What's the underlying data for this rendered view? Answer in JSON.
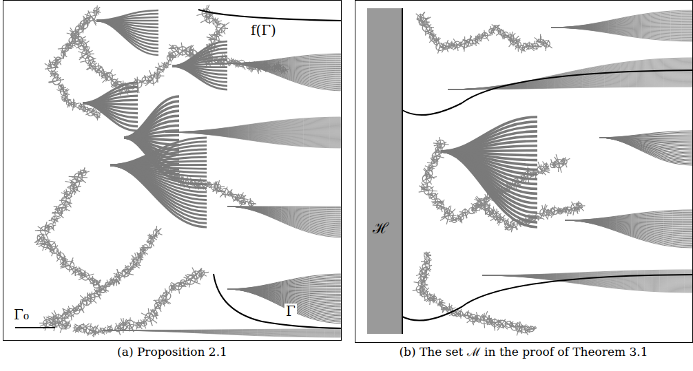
{
  "diagram": {
    "labels": [
      "f(Γ)",
      "Γ₀",
      "Γ",
      "ℋ",
      "(a) Proposition 2.1",
      "(b) The set ℳ in the proof of Theorem 3.1"
    ]
  }
}
